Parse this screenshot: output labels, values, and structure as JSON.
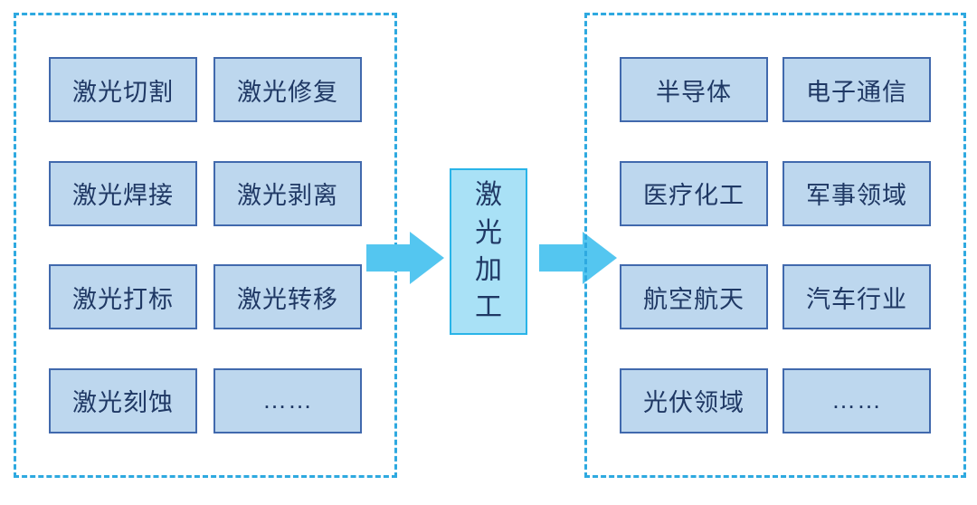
{
  "diagram": {
    "center_label": "激光加工",
    "left_items": [
      "激光切割",
      "激光修复",
      "激光焊接",
      "激光剥离",
      "激光打标",
      "激光转移",
      "激光刻蚀",
      "……"
    ],
    "right_items": [
      "半导体",
      "电子通信",
      "医疗化工",
      "军事领域",
      "航空航天",
      "汽车行业",
      "光伏领域",
      "……"
    ]
  },
  "colors": {
    "box_fill": "#BDD7EE",
    "box_border": "#4169AD",
    "box_text": "#1F3864",
    "dash_border": "#2EA9E0",
    "center_fill": "#A9E1F6",
    "center_border": "#29B4E8",
    "arrow": "#54C6F0",
    "background": "#FFFFFF"
  }
}
